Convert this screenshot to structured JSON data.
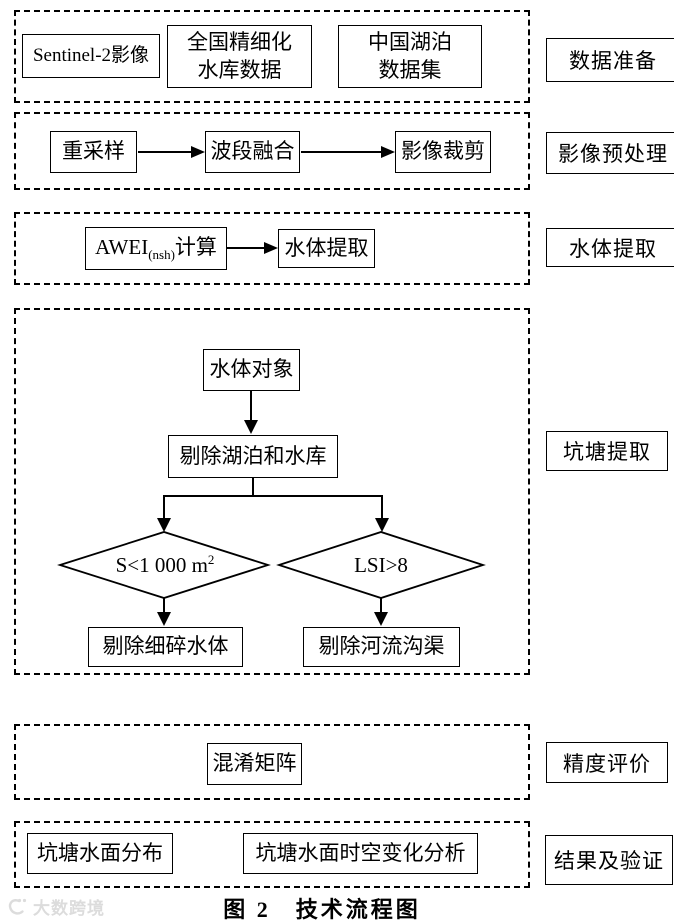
{
  "caption": "图 2　技术流程图",
  "watermark": {
    "text": "大数跨境"
  },
  "colors": {
    "line": "#000000",
    "background": "#ffffff",
    "watermark": "#dcdcdc"
  },
  "s1": {
    "label": "数据准备",
    "b1": "Sentinel-2影像",
    "b2_line1": "全国精细化",
    "b2_line2": "水库数据",
    "b3_line1": "中国湖泊",
    "b3_line2": "数据集"
  },
  "s2": {
    "label": "影像预处理",
    "b1": "重采样",
    "b2": "波段融合",
    "b3": "影像裁剪"
  },
  "s3": {
    "label": "水体提取",
    "awei_main": "AWEI",
    "awei_sub": "(nsh)",
    "awei_tail": "计算",
    "b2": "水体提取"
  },
  "s4": {
    "label": "坑塘提取",
    "b1": "水体对象",
    "b2": "剔除湖泊和水库",
    "d1_main": "S<1 000 m",
    "d1_sup": "2",
    "d2": "LSI>8",
    "b3": "剔除细碎水体",
    "b4": "剔除河流沟渠"
  },
  "s5": {
    "label": "精度评价",
    "b1": "混淆矩阵"
  },
  "s6": {
    "label": "结果及验证",
    "b1": "坑塘水面分布",
    "b2": "坑塘水面时空变化分析"
  }
}
